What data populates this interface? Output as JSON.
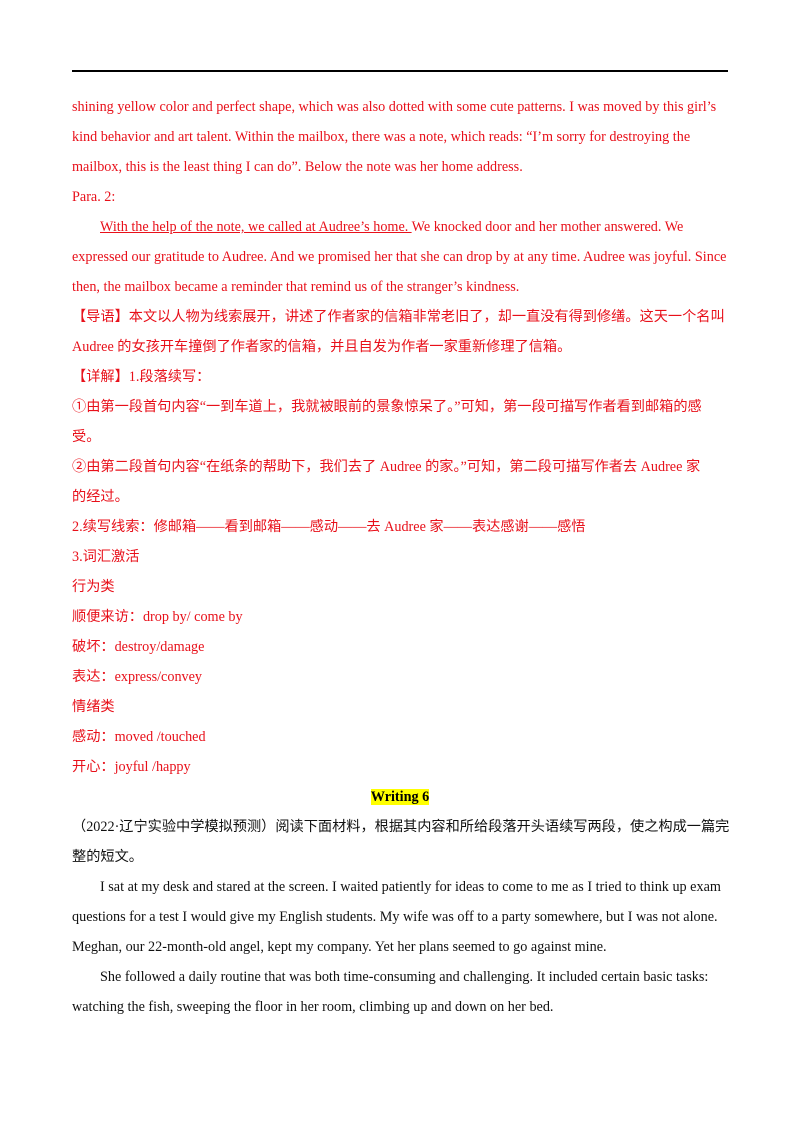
{
  "red_lines": [
    "shining yellow color and perfect shape, which was also dotted with some cute patterns. I was moved by this girl’s",
    "kind behavior and art talent. Within the mailbox, there was a note, which reads: “I’m sorry for destroying the",
    "mailbox, this is the least thing I can do”. Below the note was her home address.",
    "Para. 2:"
  ],
  "para2": {
    "underlined": "With the help of the note, we called at Audree’s home. ",
    "rest": "We knocked door and her mother answered. We",
    "lines": [
      "expressed our gratitude to Audree. And we promised her that she can drop by at any time. Audree was joyful. Since",
      "then, the mailbox became a reminder that remind us of the stranger’s kindness."
    ]
  },
  "guide": {
    "tag": "【导语】",
    "line1": "本文以人物为线索展开，讲述了作者家的信箱非常老旧了，却一直没有得到修缮。这天一个名叫",
    "line2": "Audree 的女孩开车撞倒了作者家的信箱，并且自发为作者一家重新修理了信箱。"
  },
  "detail": {
    "tag": "【详解】",
    "heading": "1.段落续写：",
    "lines": [
      "①由第一段首句内容“一到车道上，我就被眼前的景象惊呆了。”可知，第一段可描写作者看到邮箱的感",
      "受。",
      "②由第二段首句内容“在纸条的帮助下，我们去了 Audree 的家。”可知，第二段可描写作者去 Audree 家",
      "的经过。",
      "2.续写线索：修邮箱——看到邮箱——感动——去 Audree 家——表达感谢——感悟",
      "3.词汇激活",
      "行为类",
      "顺便来访：drop by/ come by",
      "破坏：destroy/damage",
      "表达：express/convey",
      "情绪类",
      "感动：moved /touched",
      "开心：joyful /happy"
    ]
  },
  "section_title": "Writing  6",
  "question": [
    "（2022·辽宁实验中学模拟预测）阅读下面材料，根据其内容和所给段落开头语续写两段，使之构成一篇完",
    "整的短文。"
  ],
  "passage": [
    {
      "indent": true,
      "text": "I sat at my desk and stared at the screen. I waited patiently for ideas to come to me as I tried to think up exam"
    },
    {
      "indent": false,
      "text": "questions for a test I would give my English students. My wife was off to a party somewhere, but I was not alone."
    },
    {
      "indent": false,
      "text": "Meghan, our 22-month-old angel, kept my company. Yet her plans seemed to go against mine."
    },
    {
      "indent": true,
      "text": "She followed a daily routine that was both time-consuming and challenging. It included certain basic tasks:"
    },
    {
      "indent": false,
      "text": "watching the fish, sweeping the floor in her room, climbing up and down on her bed."
    }
  ]
}
